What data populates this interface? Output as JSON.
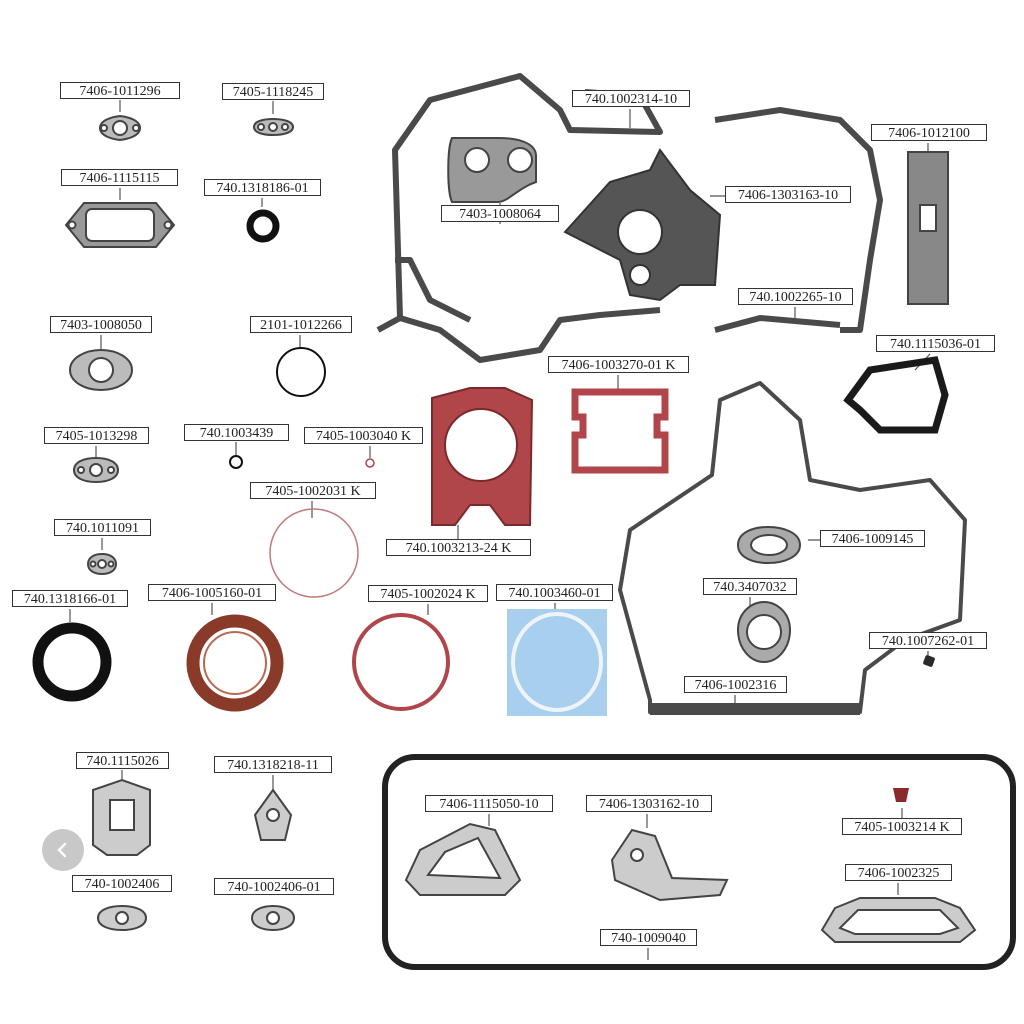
{
  "parts": [
    "7406-1011296",
    "7405-1118245",
    "7406-1115115",
    "740.1318186-01",
    "7403-1008050",
    "2101-1012266",
    "7405-1013298",
    "740.1003439",
    "7405-1003040 K",
    "7405-1002031 K",
    "740.1011091",
    "740.1318166-01",
    "7406-1005160-01",
    "7405-1002024 K",
    "740.1003460-01",
    "740.1002314-10",
    "7403-1008064",
    "7406-1303163-10",
    "7406-1012100",
    "740.1002265-10",
    "740.1115036-01",
    "7406-1003270-01 K",
    "740.1003213-24 K",
    "7406-1009145",
    "740.3407032",
    "740.1007262-01",
    "7406-1002316",
    "740.1115026",
    "740.1318218-11",
    "7406-1115050-10",
    "7406-1303162-10",
    "7405-1003214 K",
    "740-1002406",
    "740-1002406-01",
    "7406-1002325",
    "740-1009040"
  ],
  "colors": {
    "gasket": "#5a5a5a",
    "red_gasket": "#b0454a",
    "rubber": "#1a1a1a",
    "brown_seal": "#8a3a28",
    "highlight": "#a9cfee"
  },
  "nav": {
    "icon": "chevron-left-icon"
  }
}
